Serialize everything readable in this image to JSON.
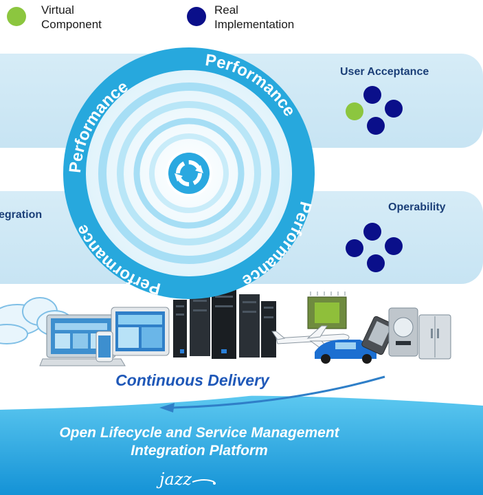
{
  "legend": [
    {
      "label_line1": "Virtual",
      "label_line2": "Component",
      "color": "#8cc63f"
    },
    {
      "label_line1": "Real",
      "label_line2": "Implementation",
      "color": "#0a0f8a"
    }
  ],
  "circle_labels": [
    "Performance",
    "Performance",
    "Performance",
    "Performance"
  ],
  "panels": {
    "user_acceptance": "User Acceptance",
    "operability": "Operability",
    "integration_partial": "egration"
  },
  "continuous_delivery": "Continuous Delivery",
  "platform": {
    "line1": "Open Lifecycle and Service Management",
    "line2": "Integration Platform"
  },
  "logo": "jazz",
  "colors": {
    "ring": "#27a8dd",
    "real": "#0a0f8a",
    "virtual": "#8cc63f",
    "panel": "#d6ecf7",
    "platform_band": "#1ba0e0"
  },
  "icons": [
    "cloud-icon",
    "laptop-icon",
    "tablet-icon",
    "server-icon",
    "chip-icon",
    "airplane-icon",
    "car-icon",
    "phone-icon",
    "meter-icon",
    "refrigerator-icon"
  ]
}
